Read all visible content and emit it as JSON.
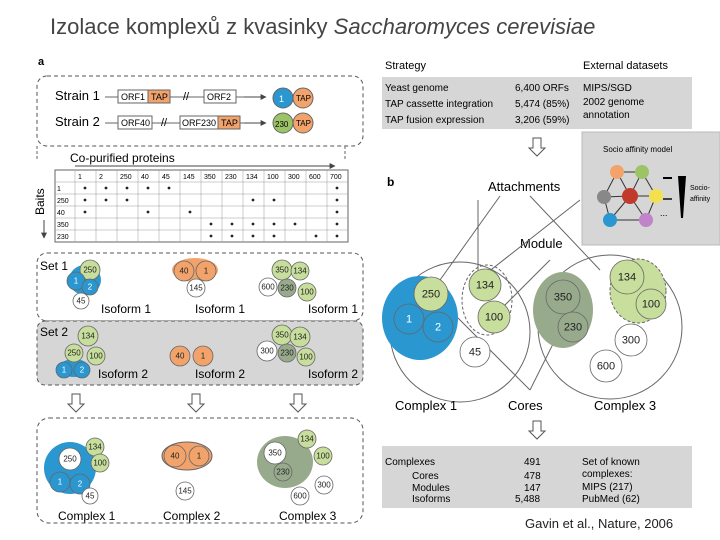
{
  "slide": {
    "title_plain": "Izolace komplexů z kvasinky ",
    "title_italic": "Saccharomyces cerevisiae",
    "caption": "Gavin et al., Nature, 2006"
  },
  "panel_a": {
    "label": "a",
    "strain1": {
      "label": "Strain 1",
      "orf_a": "ORF1",
      "tap": "TAP",
      "orf_b": "ORF2",
      "node": "1",
      "node_tap": "TAP"
    },
    "strain2": {
      "label": "Strain 2",
      "orf_a": "ORF40",
      "orf_b": "ORF230",
      "tap": "TAP",
      "node": "230",
      "node_tap": "TAP"
    },
    "copurified": "Co-purified proteins",
    "baits": "Baits",
    "matrix": {
      "cols": [
        "1",
        "2",
        "250",
        "40",
        "45",
        "145",
        "350",
        "230",
        "134",
        "100",
        "300",
        "600",
        "700"
      ],
      "rows": [
        "1",
        "250",
        "40",
        "350",
        "230"
      ],
      "cells": [
        [
          1,
          1,
          1,
          1,
          1,
          0,
          0,
          0,
          0,
          0,
          0,
          0,
          1
        ],
        [
          1,
          1,
          1,
          0,
          0,
          0,
          0,
          0,
          1,
          1,
          0,
          0,
          1
        ],
        [
          1,
          0,
          0,
          1,
          0,
          1,
          0,
          0,
          0,
          0,
          0,
          0,
          1
        ],
        [
          0,
          0,
          0,
          0,
          0,
          0,
          1,
          1,
          1,
          1,
          1,
          0,
          1
        ],
        [
          0,
          0,
          0,
          0,
          0,
          0,
          1,
          1,
          1,
          1,
          0,
          1,
          1
        ]
      ]
    },
    "set1": {
      "label": "Set 1",
      "iso_a": "Isoform 1",
      "iso_b": "Isoform 1",
      "iso_c": "Isoform 1"
    },
    "set2": {
      "label": "Set 2",
      "iso_a": "Isoform 2",
      "iso_b": "Isoform 2",
      "iso_c": "Isoform 2"
    },
    "complexes": [
      "Complex 1",
      "Complex 2",
      "Complex 3"
    ],
    "nodes": {
      "s1a": [
        "250",
        "1",
        "2",
        "45"
      ],
      "s1b": [
        "40",
        "1",
        "145"
      ],
      "s1c": [
        "350",
        "134",
        "600",
        "230",
        "100"
      ],
      "s2a": [
        "134",
        "250",
        "100",
        "1",
        "2"
      ],
      "s2b": [
        "40",
        "1"
      ],
      "s2c": [
        "350",
        "134",
        "300",
        "230",
        "100"
      ],
      "c1": [
        "250",
        "134",
        "100",
        "1",
        "2",
        "45"
      ],
      "c2": [
        "40",
        "1",
        "145"
      ],
      "c3": [
        "134",
        "350",
        "100",
        "230",
        "300",
        "600"
      ]
    }
  },
  "strategy": {
    "header_left": "Strategy",
    "header_right": "External datasets",
    "rows": [
      {
        "label": "Yeast genome",
        "value": "6,400 ORFs"
      },
      {
        "label": "TAP cassette integration",
        "value": "5,474 (85%)"
      },
      {
        "label": "TAP fusion expression",
        "value": "3,206 (59%)"
      }
    ],
    "external": [
      "MIPS/SGD",
      "2002 genome",
      "annotation"
    ]
  },
  "socio": {
    "title": "Socio affinity model",
    "legend_a": "Socio-",
    "legend_b": "affinity",
    "ellipsis": "..."
  },
  "panel_b": {
    "label": "b",
    "attachments": "Attachments",
    "module": "Module",
    "complex1": "Complex 1",
    "cores": "Cores",
    "complex3": "Complex 3",
    "nodes_left": [
      "250",
      "1",
      "2",
      "134",
      "100",
      "45"
    ],
    "nodes_right": [
      "350",
      "230",
      "134",
      "100",
      "300",
      "600"
    ]
  },
  "summary": {
    "col1": "Complexes",
    "col1_value": "491",
    "rows": [
      {
        "label": "Cores",
        "value": "478"
      },
      {
        "label": "Modules",
        "value": "147"
      },
      {
        "label": "Isoforms",
        "value": "5,488"
      }
    ],
    "known_title_a": "Set of known",
    "known_title_b": "complexes:",
    "known_a": "MIPS (217)",
    "known_b": "PubMed (62)"
  },
  "colors": {
    "blue": "#2a97d1",
    "green_light": "#c7de9c",
    "green_mid": "#9cc467",
    "orange": "#f2a36b",
    "gray_green": "#98aa8c",
    "gray_panel": "#d6d6d6"
  }
}
